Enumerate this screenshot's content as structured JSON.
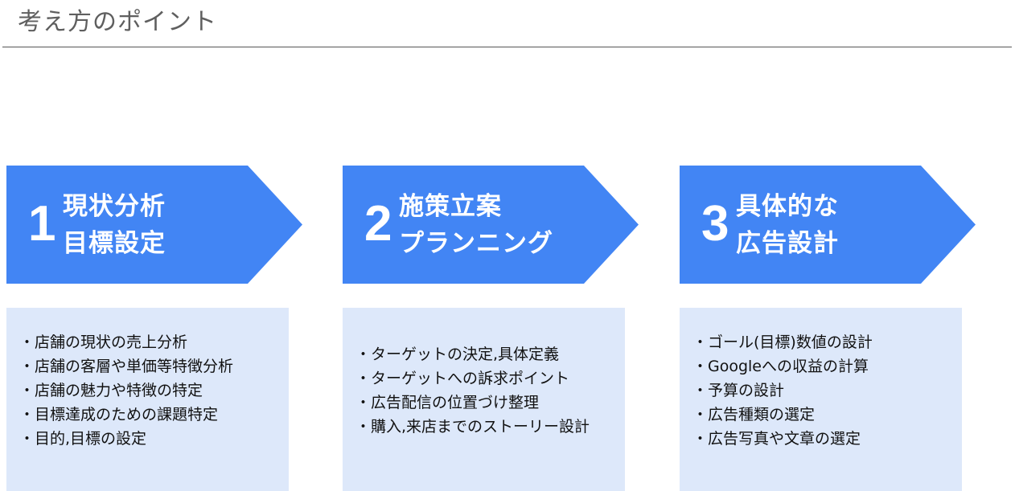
{
  "page": {
    "title": "考え方のポイント"
  },
  "colors": {
    "arrow": "#4285f4",
    "panel": "#dde8fa",
    "title": "#5f5f5f",
    "rule": "#555555"
  },
  "steps": [
    {
      "number": "1",
      "line1": "現状分析",
      "line2": "目標設定",
      "items": [
        "・店舗の現状の売上分析",
        "・店舗の客層や単価等特徴分析",
        "・店舗の魅力や特徴の特定",
        "・目標達成のための課題特定",
        "・目的,目標の設定"
      ]
    },
    {
      "number": "2",
      "line1": "施策立案",
      "line2": "プランニング",
      "items": [
        "・ターゲットの決定,具体定義",
        "・ターゲットへの訴求ポイント",
        "・広告配信の位置づけ整理",
        "・購入,来店までのストーリー設計"
      ]
    },
    {
      "number": "3",
      "line1": "具体的な",
      "line2": "広告設計",
      "items": [
        "・ゴール(目標)数値の設計",
        "・Googleへの収益の計算",
        "・予算の設計",
        "・広告種類の選定",
        "・広告写真や文章の選定"
      ]
    }
  ]
}
